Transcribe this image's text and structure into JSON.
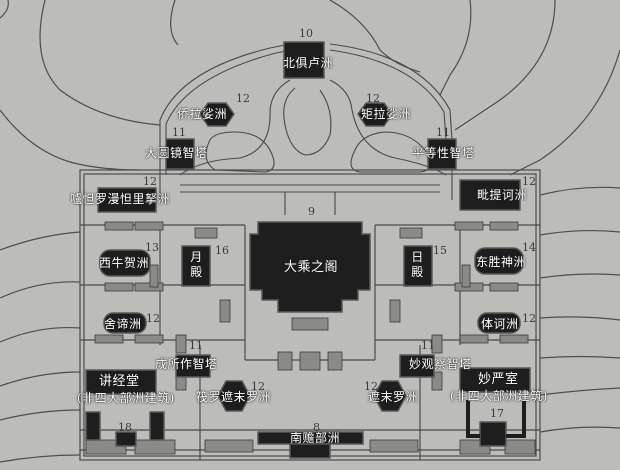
{
  "diagram": {
    "type": "architectural-site-plan",
    "colors": {
      "background": "#bcbcb9",
      "building_fill": "#1e1e1e",
      "line": "#4a4a4a",
      "label_text": "#ffffff",
      "number_text": "#3a3a3a"
    },
    "buildings": {
      "b10": {
        "number": "10",
        "name": "北俱卢洲"
      },
      "b12_nw": {
        "number": "12",
        "name": "侨拉娑洲"
      },
      "b12_ne": {
        "number": "12",
        "name": "矩拉娑洲"
      },
      "b11_nw": {
        "number": "11",
        "name": "大圆镜智塔"
      },
      "b11_ne": {
        "number": "11",
        "name": "平等性智塔"
      },
      "b12_w": {
        "number": "12",
        "name": "嚧怛罗漫怛里拏洲"
      },
      "b12_e": {
        "number": "12",
        "name": "毗提诃洲"
      },
      "b9": {
        "number": "9",
        "name": "大乘之阁"
      },
      "b13": {
        "number": "13",
        "name": "西牛贺洲"
      },
      "b16": {
        "number": "16",
        "name": "月殿"
      },
      "b15": {
        "number": "15",
        "name": "日殿"
      },
      "b14": {
        "number": "14",
        "name": "东胜神洲"
      },
      "b12_sw": {
        "number": "12",
        "name": "舍谛洲"
      },
      "b12_se": {
        "number": "12",
        "name": "体诃洲"
      },
      "b11_sw": {
        "number": "11",
        "name": "成所作智塔"
      },
      "b11_se": {
        "number": "11",
        "name": "妙观察智塔"
      },
      "b12_ssw": {
        "number": "12",
        "name": "筏罗遮末罗洲"
      },
      "b12_sse": {
        "number": "12",
        "name": "遮末罗洲"
      },
      "b_lecture": {
        "number": "18",
        "name": "讲经堂",
        "note": "(非四大部洲建筑)"
      },
      "b_miaoyan": {
        "number": "17",
        "name": "妙严室",
        "note": "(非四大部洲建筑)"
      },
      "b8": {
        "number": "8",
        "name": "南赡部洲"
      }
    }
  }
}
